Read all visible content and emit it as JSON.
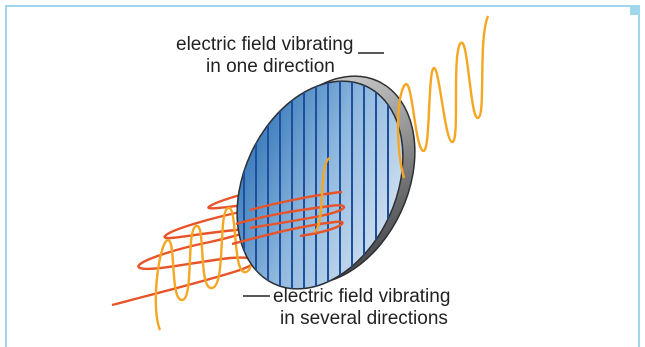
{
  "labels": {
    "top_line1": "electric field vibrating",
    "top_line2": "in one direction",
    "bottom_line1": "electric field vibrating",
    "bottom_line2": "in several directions"
  },
  "colors": {
    "background": "#ffffff",
    "frame_border": "#9fd8ec",
    "polarized_wave": "#f5a623",
    "unpolarized_wave": "#e8542a",
    "filter_face": "#4f8fc7",
    "filter_rim": "#3a3d44",
    "filter_lines": "#1f4e9c"
  },
  "icons": {
    "filter": "polarizing-filter-disc"
  }
}
